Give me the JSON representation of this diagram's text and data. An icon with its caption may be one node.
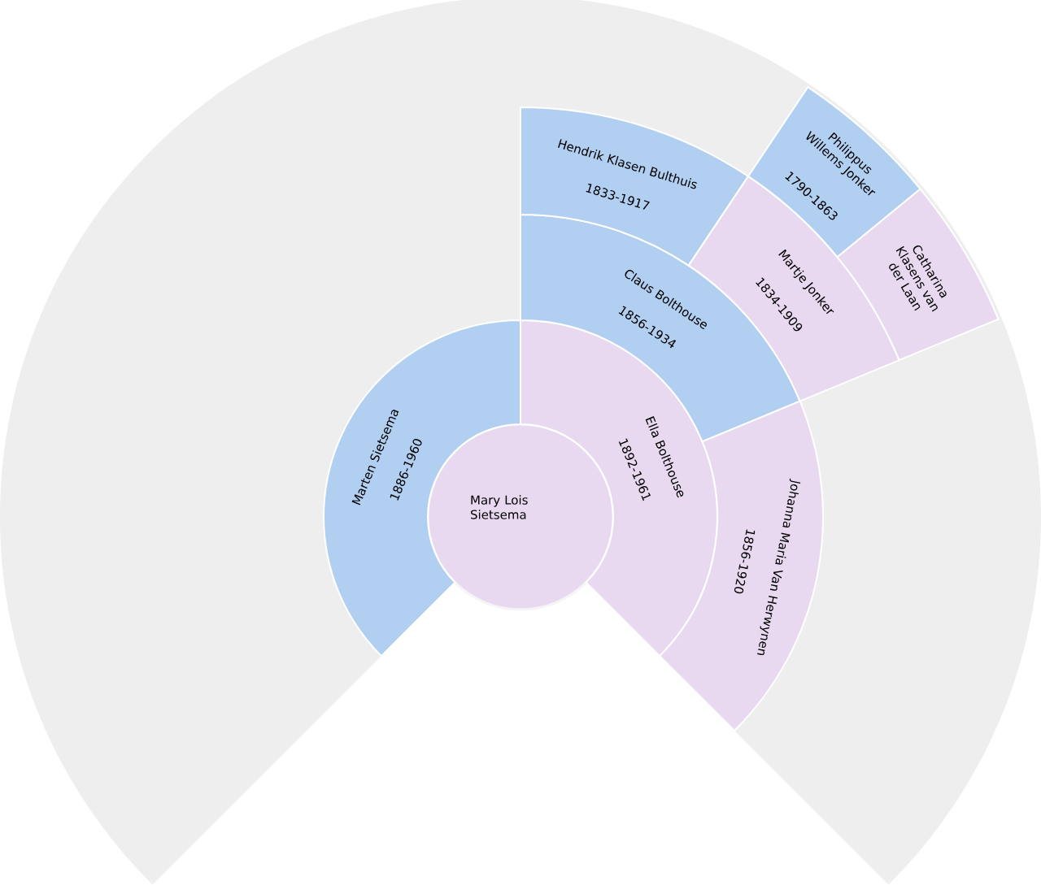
{
  "diagram": {
    "nodes": [
      {
        "text": [
          "Mary Lois Sietsema"
        ]
      },
      {
        "text": [
          "Marten Sietsema",
          "1886-1960"
        ]
      },
      {
        "text": [
          "Ella Bolthouse",
          "1892-1961"
        ]
      },
      {
        "text": [
          "Claus Bolthouse",
          "1856-1934"
        ]
      },
      {
        "text": [
          "Johanna Maria Van Herwynen",
          "1856-1920"
        ]
      },
      {
        "text": [
          "Hendrik Klasen Bulthuis",
          "1833-1917"
        ]
      },
      {
        "text": [
          "Martje Jonker",
          "1834-1909"
        ]
      },
      {
        "text": [
          "Philippus Willems Jonker",
          "1790-1863"
        ]
      },
      {
        "text": [
          "Catharina Klasens van der Laan"
        ]
      }
    ]
  }
}
